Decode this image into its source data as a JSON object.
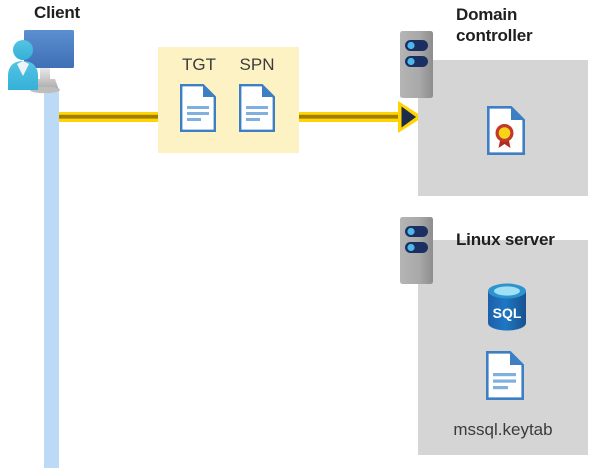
{
  "diagram": {
    "title_client": "Client",
    "title_domain_controller": "Domain\ncontroller",
    "domain_controller_line1": "Domain",
    "domain_controller_line2": "controller",
    "title_linux_server": "Linux server",
    "ticket_box": {
      "tgt_label": "TGT",
      "spn_label": "SPN"
    },
    "domain_controller_panel": {
      "certificate_icon_name": "certificate-document-icon"
    },
    "linux_panel": {
      "sql_icon_label": "SQL",
      "keytab_file_label": "mssql.keytab"
    },
    "icons": {
      "client": "client-workstation-icon",
      "server_rack": "server-rack-icon",
      "document": "document-icon",
      "sql_database": "sql-database-icon",
      "arrow": "right-arrow-icon"
    },
    "colors": {
      "highlight_box": "#fdf2c4",
      "panel_gray": "#d5d5d5",
      "arrow_yellow": "#ffd400",
      "arrow_dark": "#1f2b4d",
      "lifeline_blue": "#bcd9f5",
      "doc_blue": "#3c7fc4",
      "sql_blue": "#1f6cb5",
      "seal_red": "#c0392b",
      "seal_yellow": "#f7d417",
      "text_dark": "#1f1f1f"
    }
  }
}
